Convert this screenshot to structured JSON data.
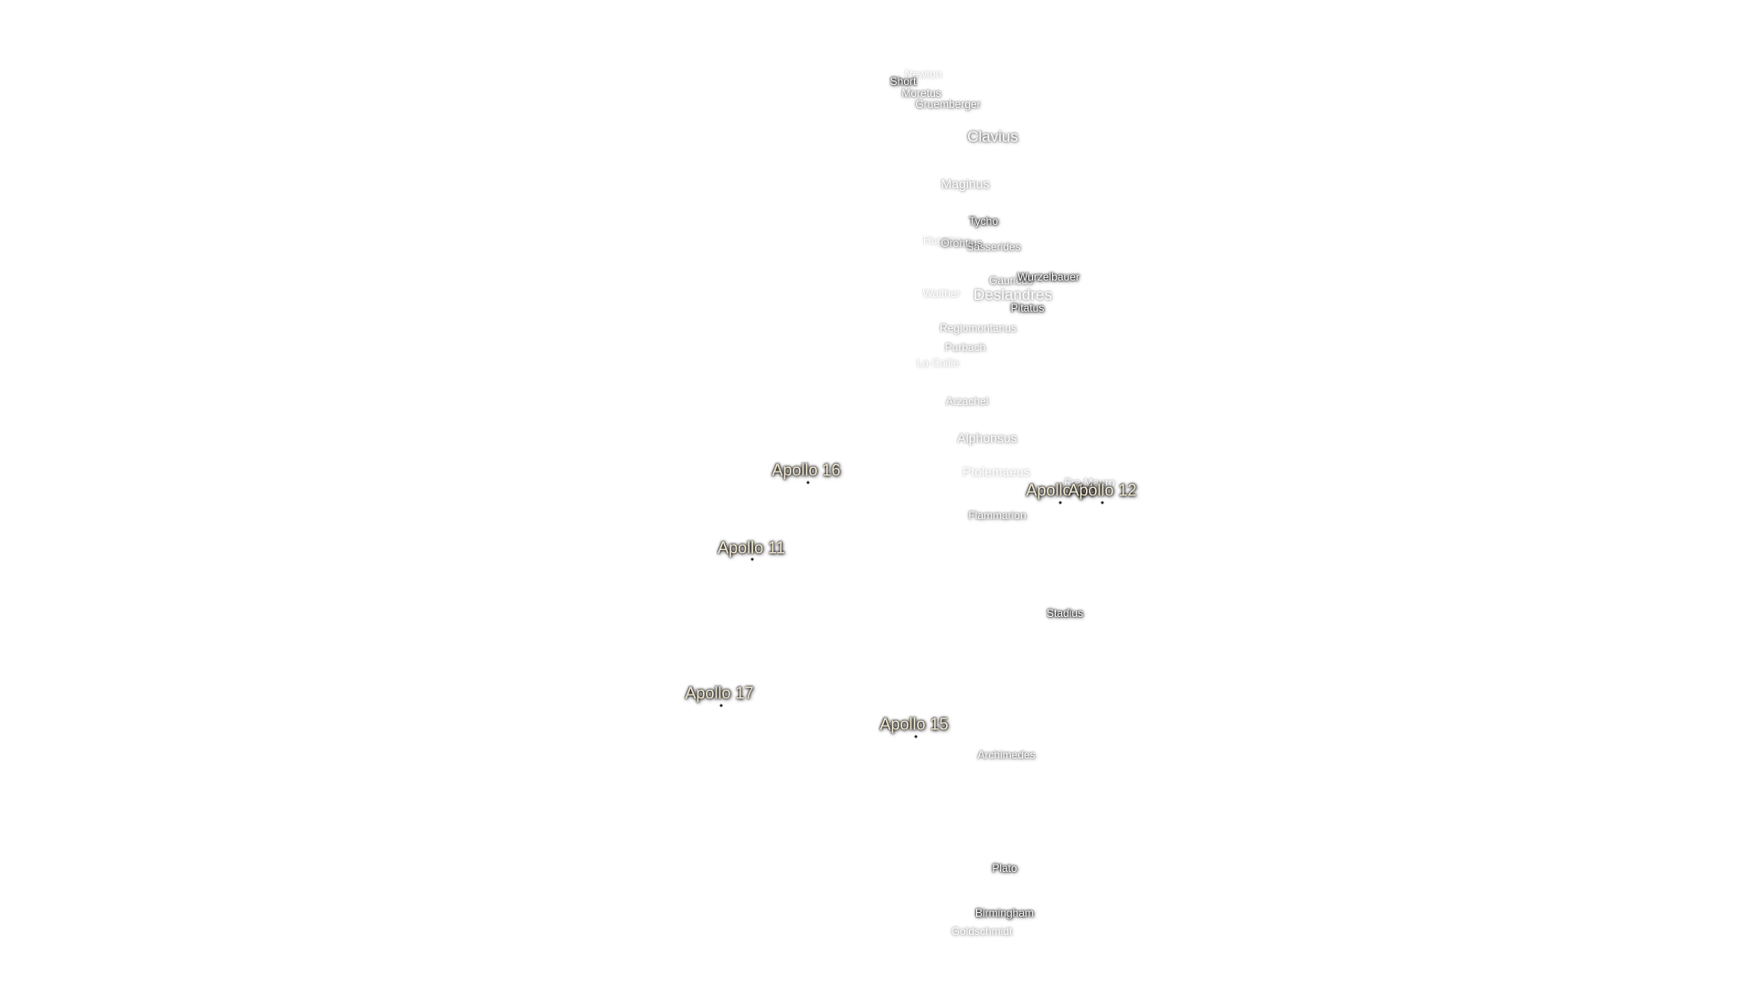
{
  "craters": [
    {
      "id": "newton",
      "name": "Newton"
    },
    {
      "id": "short",
      "name": "Short"
    },
    {
      "id": "moretus",
      "name": "Moretus"
    },
    {
      "id": "gruemberger",
      "name": "Gruemberger"
    },
    {
      "id": "clavius",
      "name": "Clavius"
    },
    {
      "id": "maginus",
      "name": "Maginus"
    },
    {
      "id": "tycho",
      "name": "Tycho"
    },
    {
      "id": "huggins",
      "name": "Huggins"
    },
    {
      "id": "orontius",
      "name": "Orontius"
    },
    {
      "id": "gauricus",
      "name": "Gauricus"
    },
    {
      "id": "sasserides",
      "name": "Sasserides"
    },
    {
      "id": "wurzelbauer",
      "name": "Wurzelbauer"
    },
    {
      "id": "walther",
      "name": "Walther"
    },
    {
      "id": "deslandres",
      "name": "Deslandres"
    },
    {
      "id": "pitatus",
      "name": "Pitatus"
    },
    {
      "id": "regiomontanus",
      "name": "Regiomontanus"
    },
    {
      "id": "purbach",
      "name": "Purbach"
    },
    {
      "id": "la-caille",
      "name": "La Caille"
    },
    {
      "id": "arzachel",
      "name": "Arzachel"
    },
    {
      "id": "alphonsus",
      "name": "Alphonsus"
    },
    {
      "id": "ptolemaeus",
      "name": "Ptolemaeus"
    },
    {
      "id": "fra-mauro",
      "name": "Fra Mauro"
    },
    {
      "id": "flammarion",
      "name": "Flammarion"
    },
    {
      "id": "stadius",
      "name": "Stadius"
    },
    {
      "id": "archimedes",
      "name": "Archimedes"
    },
    {
      "id": "plato",
      "name": "Plato"
    },
    {
      "id": "birmingham",
      "name": "Birmingham"
    },
    {
      "id": "goldschmidt",
      "name": "Goldschmidt"
    }
  ],
  "apollo_sites": [
    {
      "id": "apollo-16",
      "name": "Apollo 16"
    },
    {
      "id": "apollo-14",
      "name": "Apollo 14"
    },
    {
      "id": "apollo-12",
      "name": "Apollo 12"
    },
    {
      "id": "apollo-11",
      "name": "Apollo 11"
    },
    {
      "id": "apollo-17",
      "name": "Apollo 17"
    },
    {
      "id": "apollo-15",
      "name": "Apollo 15"
    }
  ]
}
